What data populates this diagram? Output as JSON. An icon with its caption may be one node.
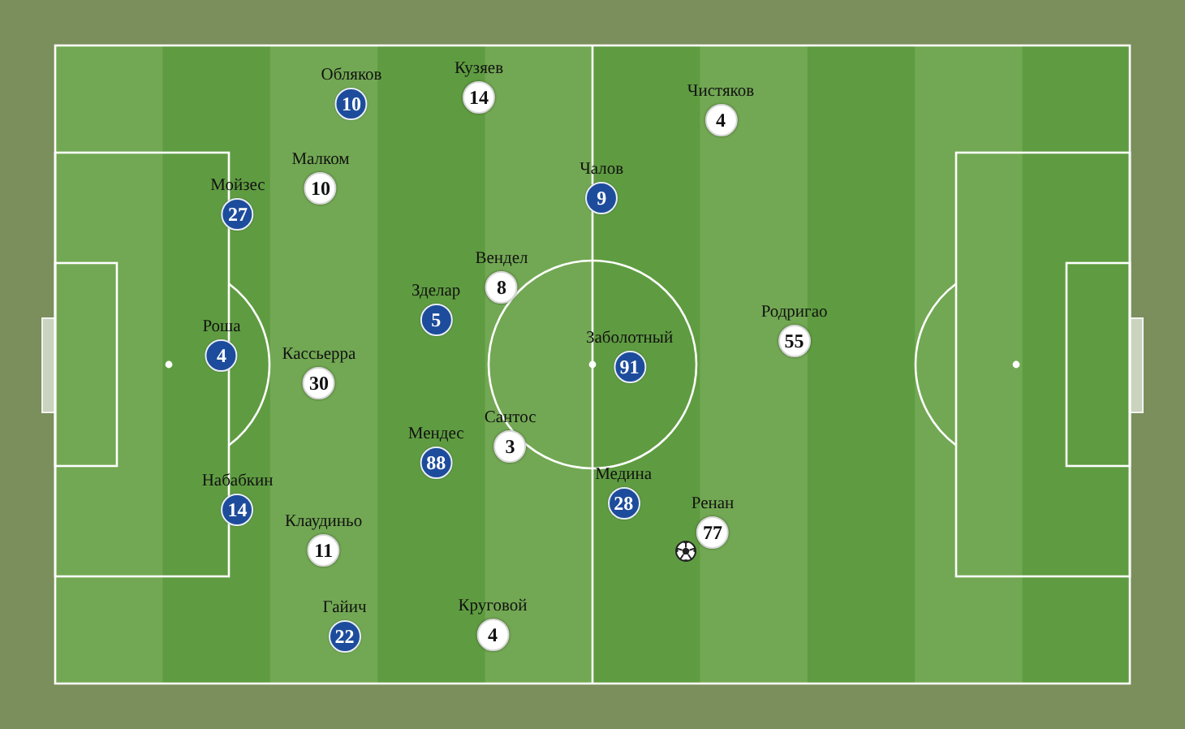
{
  "diagram": {
    "nodes": [
      {
        "text": [
          "Кузяев",
          "14"
        ]
      },
      {
        "text": [
          "Обляков",
          "10"
        ]
      },
      {
        "text": [
          "Чистяков",
          "4"
        ]
      },
      {
        "text": [
          "Малком",
          "10"
        ]
      },
      {
        "text": [
          "Чалов",
          "9"
        ]
      },
      {
        "text": [
          "Мойзес",
          "27"
        ]
      },
      {
        "text": [
          "Вендел",
          "8"
        ]
      },
      {
        "text": [
          "Зделар",
          "5"
        ]
      },
      {
        "text": [
          "Родригао",
          "55"
        ]
      },
      {
        "text": [
          "Роша",
          "4"
        ]
      },
      {
        "text": [
          "Заболотный",
          "91"
        ]
      },
      {
        "text": [
          "Кассьерра",
          "30"
        ]
      },
      {
        "text": [
          "Сантос",
          "3"
        ]
      },
      {
        "text": [
          "Мендес",
          "88"
        ]
      },
      {
        "text": [
          "Медина",
          "28"
        ]
      },
      {
        "text": [
          "Набабкин",
          "14"
        ]
      },
      {
        "text": [
          "Ренан",
          "77"
        ]
      },
      {
        "text": [
          "Клаудиньо",
          "11"
        ]
      },
      {
        "text": [
          "Гайич",
          "22"
        ]
      },
      {
        "text": [
          "Круговой",
          "4"
        ]
      }
    ]
  }
}
